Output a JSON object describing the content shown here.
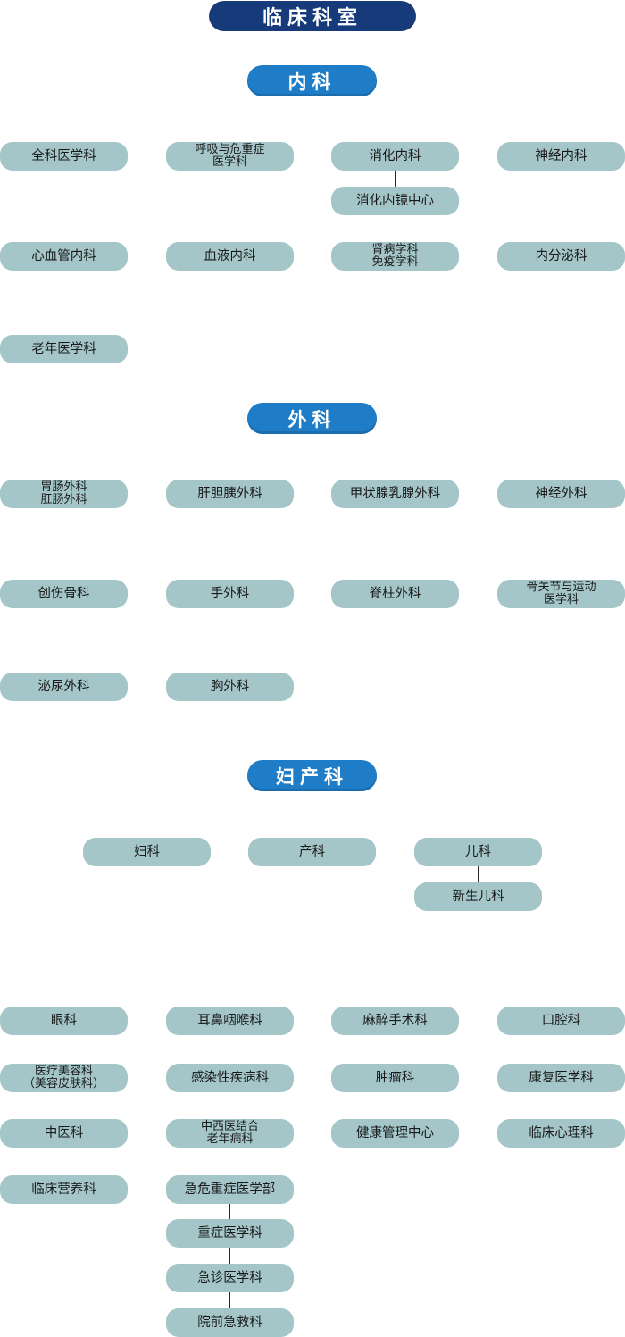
{
  "title": "临床科室",
  "sections": {
    "internal": "内科",
    "surgery": "外科",
    "obgyn": "妇产科"
  },
  "internal_nodes": [
    "全科医学科",
    "呼吸与危重症\n医学科",
    "消化内科",
    "神经内科",
    "消化内镜中心",
    "心血管内科",
    "血液内科",
    "肾病学科\n免疫学科",
    "内分泌科",
    "老年医学科"
  ],
  "surgery_nodes": [
    "胃肠外科\n肛肠外科",
    "肝胆胰外科",
    "甲状腺乳腺外科",
    "神经外科",
    "创伤骨科",
    "手外科",
    "脊柱外科",
    "骨关节与运动\n医学科",
    "泌尿外科",
    "胸外科"
  ],
  "obgyn_nodes": [
    "妇科",
    "产科",
    "儿科",
    "新生儿科"
  ],
  "other_nodes": [
    "眼科",
    "耳鼻咽喉科",
    "麻醉手术科",
    "口腔科",
    "医疗美容科\n（美容皮肤科）",
    "感染性疾病科",
    "肿瘤科",
    "康复医学科",
    "中医科",
    "中西医结合\n老年病科",
    "健康管理中心",
    "临床心理科",
    "临床营养科",
    "急危重症医学部",
    "重症医学科",
    "急诊医学科",
    "院前急救科"
  ]
}
